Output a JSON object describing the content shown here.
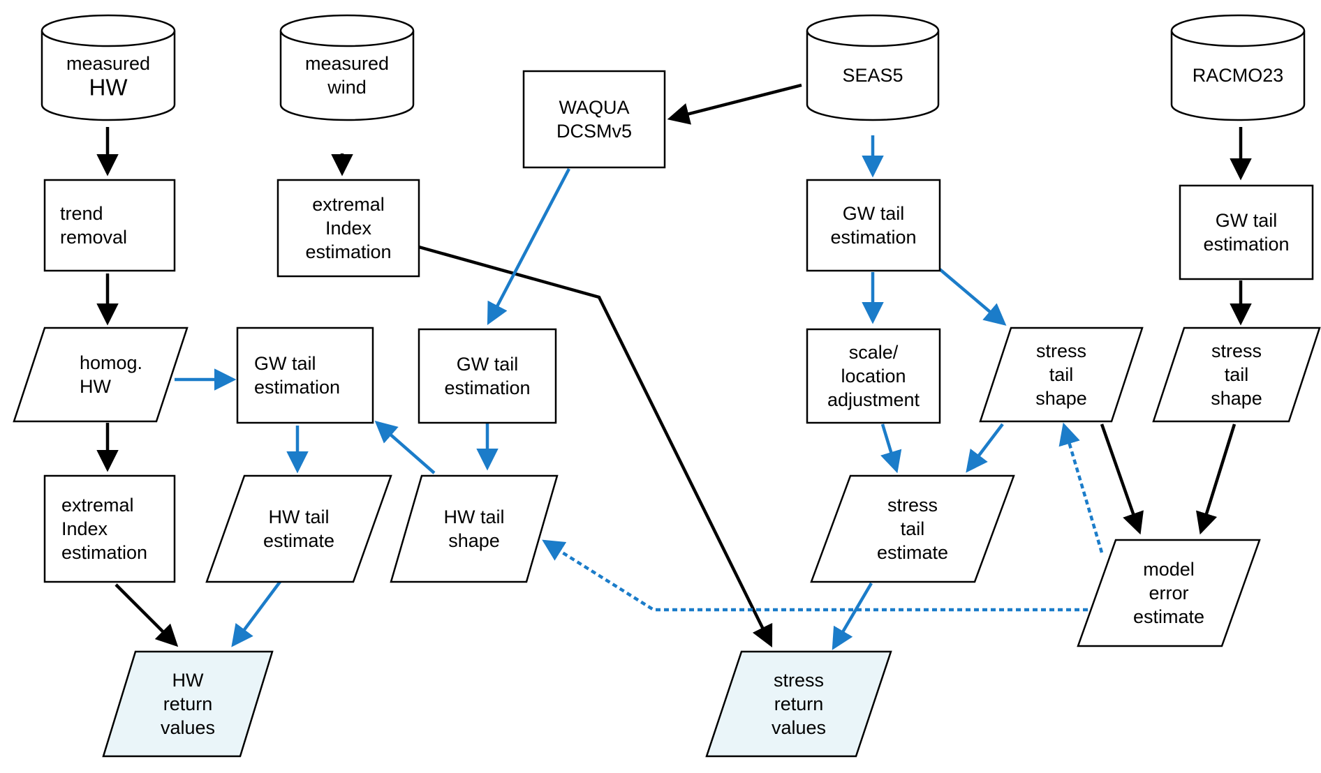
{
  "colors": {
    "black_arrow": "#000000",
    "blue_arrow": "#1b7cc9",
    "result_fill": "#eaf5f9"
  },
  "nodes": {
    "measured_hw": {
      "shape": "cylinder",
      "lines": [
        "measured",
        "HW"
      ]
    },
    "measured_wind": {
      "shape": "cylinder",
      "lines": [
        "measured",
        "wind"
      ]
    },
    "seas5": {
      "shape": "cylinder",
      "lines": [
        "SEAS5"
      ]
    },
    "racmo23": {
      "shape": "cylinder",
      "lines": [
        "RACMO23"
      ]
    },
    "waqua": {
      "shape": "rect",
      "lines": [
        "WAQUA",
        "DCSMv5"
      ]
    },
    "trend_removal": {
      "shape": "rect",
      "lines": [
        "trend",
        "removal"
      ]
    },
    "extremal_index_wind": {
      "shape": "rect",
      "lines": [
        "extremal",
        "Index",
        "estimation"
      ]
    },
    "gw_tail_seas5": {
      "shape": "rect",
      "lines": [
        "GW tail",
        "estimation"
      ]
    },
    "gw_tail_racmo": {
      "shape": "rect",
      "lines": [
        "GW tail",
        "estimation"
      ]
    },
    "homog_hw": {
      "shape": "parallelogram",
      "lines": [
        "homog.",
        "HW"
      ]
    },
    "gw_tail_hw": {
      "shape": "rect",
      "lines": [
        "GW tail",
        "estimation"
      ]
    },
    "gw_tail_waqua": {
      "shape": "rect",
      "lines": [
        "GW tail",
        "estimation"
      ]
    },
    "scale_location": {
      "shape": "rect",
      "lines": [
        "scale/",
        "location",
        "adjustment"
      ]
    },
    "stress_tail_shape_seas5": {
      "shape": "parallelogram",
      "lines": [
        "stress",
        "tail",
        "shape"
      ]
    },
    "stress_tail_shape_racmo": {
      "shape": "parallelogram",
      "lines": [
        "stress",
        "tail",
        "shape"
      ]
    },
    "extremal_index_hw": {
      "shape": "rect",
      "lines": [
        "extremal",
        "Index",
        "estimation"
      ]
    },
    "hw_tail_estimate": {
      "shape": "parallelogram",
      "lines": [
        "HW tail",
        "estimate"
      ]
    },
    "hw_tail_shape": {
      "shape": "parallelogram",
      "lines": [
        "HW tail",
        "shape"
      ]
    },
    "stress_tail_estimate": {
      "shape": "parallelogram",
      "lines": [
        "stress",
        "tail",
        "estimate"
      ]
    },
    "model_error_estimate": {
      "shape": "parallelogram",
      "lines": [
        "model",
        "error",
        "estimate"
      ]
    },
    "hw_return_values": {
      "shape": "parallelogram",
      "lines": [
        "HW",
        "return",
        "values"
      ]
    },
    "stress_return_values": {
      "shape": "parallelogram",
      "lines": [
        "stress",
        "return",
        "values"
      ]
    }
  },
  "edges": [
    {
      "from": "measured_hw",
      "to": "trend_removal",
      "color": "black",
      "style": "solid"
    },
    {
      "from": "trend_removal",
      "to": "homog_hw",
      "color": "black",
      "style": "solid"
    },
    {
      "from": "homog_hw",
      "to": "extremal_index_hw",
      "color": "black",
      "style": "solid"
    },
    {
      "from": "extremal_index_hw",
      "to": "hw_return_values",
      "color": "black",
      "style": "solid"
    },
    {
      "from": "homog_hw",
      "to": "gw_tail_hw",
      "color": "blue",
      "style": "solid"
    },
    {
      "from": "gw_tail_hw",
      "to": "hw_tail_estimate",
      "color": "blue",
      "style": "solid"
    },
    {
      "from": "hw_tail_estimate",
      "to": "hw_return_values",
      "color": "blue",
      "style": "solid"
    },
    {
      "from": "measured_wind",
      "to": "extremal_index_wind",
      "color": "black",
      "style": "solid"
    },
    {
      "from": "extremal_index_wind",
      "to": "stress_return_values",
      "color": "black",
      "style": "solid"
    },
    {
      "from": "seas5",
      "to": "waqua",
      "color": "black",
      "style": "solid"
    },
    {
      "from": "waqua",
      "to": "gw_tail_waqua",
      "color": "blue",
      "style": "solid"
    },
    {
      "from": "gw_tail_waqua",
      "to": "hw_tail_shape",
      "color": "blue",
      "style": "solid"
    },
    {
      "from": "hw_tail_shape",
      "to": "gw_tail_hw",
      "color": "blue",
      "style": "solid"
    },
    {
      "from": "seas5",
      "to": "gw_tail_seas5",
      "color": "blue",
      "style": "solid"
    },
    {
      "from": "gw_tail_seas5",
      "to": "scale_location",
      "color": "blue",
      "style": "solid"
    },
    {
      "from": "gw_tail_seas5",
      "to": "stress_tail_shape_seas5",
      "color": "blue",
      "style": "solid"
    },
    {
      "from": "scale_location",
      "to": "stress_tail_estimate",
      "color": "blue",
      "style": "solid"
    },
    {
      "from": "stress_tail_shape_seas5",
      "to": "stress_tail_estimate",
      "color": "blue",
      "style": "solid"
    },
    {
      "from": "stress_tail_estimate",
      "to": "stress_return_values",
      "color": "blue",
      "style": "solid"
    },
    {
      "from": "stress_tail_shape_seas5",
      "to": "model_error_estimate",
      "color": "black",
      "style": "solid"
    },
    {
      "from": "racmo23",
      "to": "gw_tail_racmo",
      "color": "black",
      "style": "solid"
    },
    {
      "from": "gw_tail_racmo",
      "to": "stress_tail_shape_racmo",
      "color": "black",
      "style": "solid"
    },
    {
      "from": "stress_tail_shape_racmo",
      "to": "model_error_estimate",
      "color": "black",
      "style": "solid"
    },
    {
      "from": "model_error_estimate",
      "to": "stress_tail_shape_seas5",
      "color": "blue",
      "style": "dotted"
    },
    {
      "from": "model_error_estimate",
      "to": "hw_tail_shape",
      "color": "blue",
      "style": "dotted"
    }
  ]
}
